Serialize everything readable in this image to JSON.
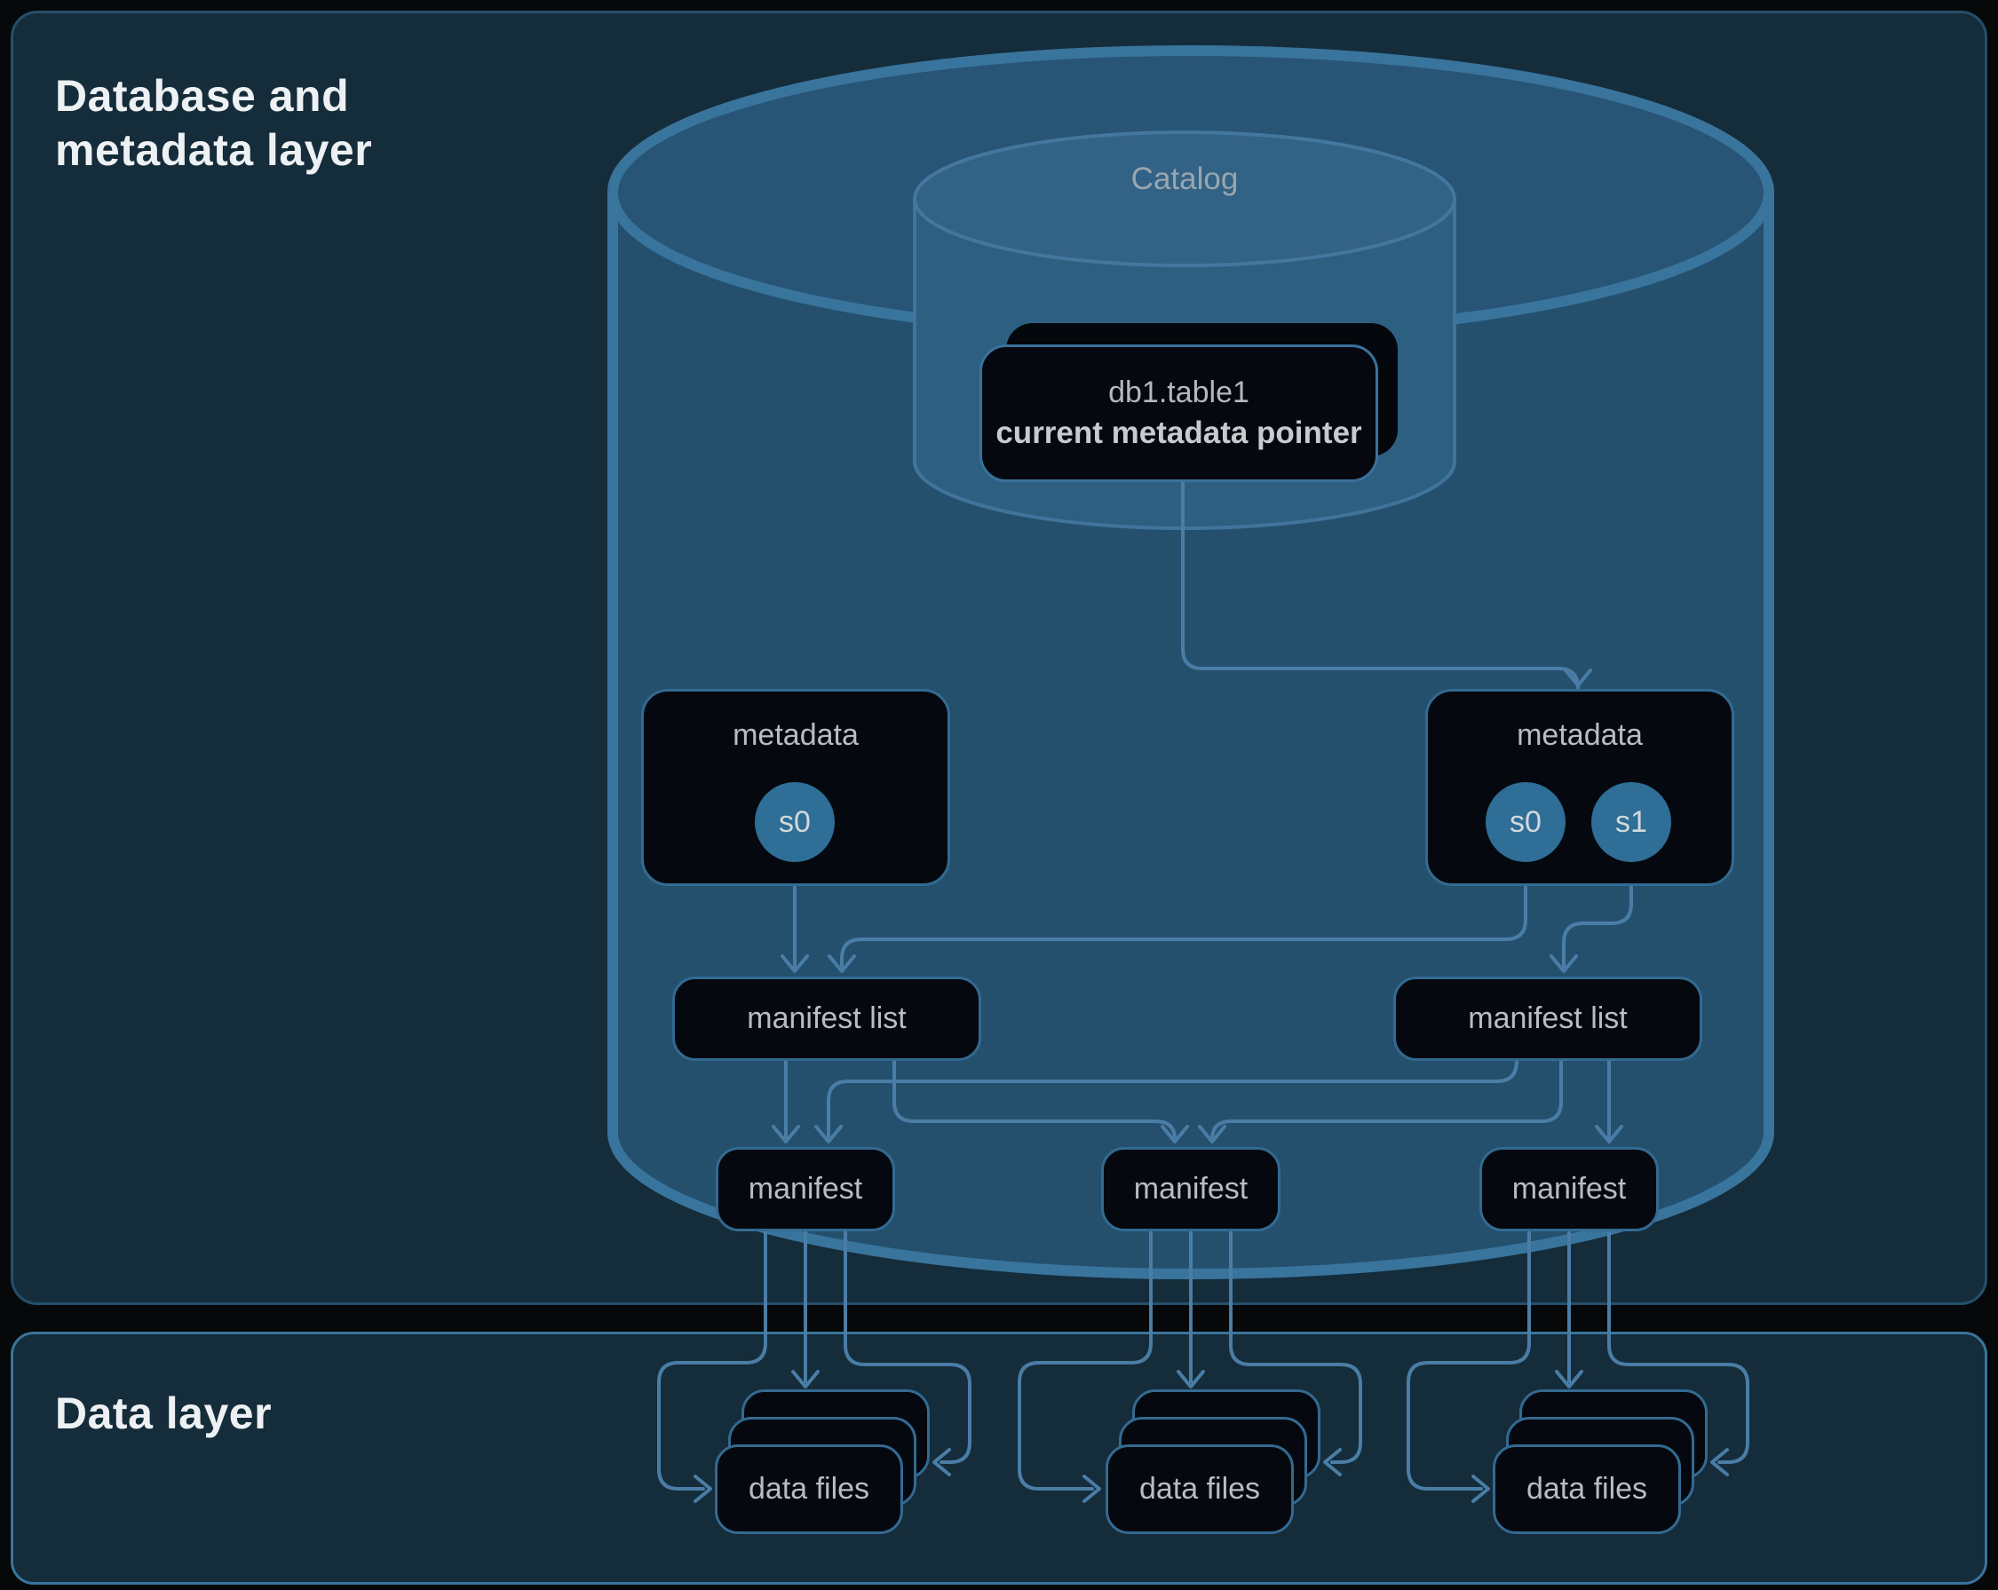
{
  "layers": {
    "metadata_layer": {
      "title": "Database and\nmetadata layer"
    },
    "data_layer": {
      "title": "Data layer"
    }
  },
  "catalog": {
    "label": "Catalog",
    "pointer_card": {
      "line1": "db1.table1",
      "line2": "current metadata pointer"
    }
  },
  "nodes": {
    "metadata_left": {
      "label": "metadata",
      "snapshots": [
        "s0"
      ]
    },
    "metadata_right": {
      "label": "metadata",
      "snapshots": [
        "s0",
        "s1"
      ]
    },
    "manifest_list_left": {
      "label": "manifest list"
    },
    "manifest_list_right": {
      "label": "manifest list"
    },
    "manifest_1": {
      "label": "manifest"
    },
    "manifest_2": {
      "label": "manifest"
    },
    "manifest_3": {
      "label": "manifest"
    },
    "data_files_1": {
      "label": "data files"
    },
    "data_files_2": {
      "label": "data files"
    },
    "data_files_3": {
      "label": "data files"
    }
  },
  "colors": {
    "background": "#070809",
    "panel": "#152c3a",
    "panel_border": "#24506c",
    "data_panel_border": "#3a749c",
    "cylinder_fill": "#24506e",
    "cylinder_stroke": "#39749d",
    "catalog_fill": "#2d5f81",
    "node_fill": "#05090f",
    "node_border": "#336a92",
    "connector": "#4a7da6",
    "snapshot_fill": "#2e6e97",
    "text": "#b7bdc2",
    "title_text": "#edf1f3"
  }
}
